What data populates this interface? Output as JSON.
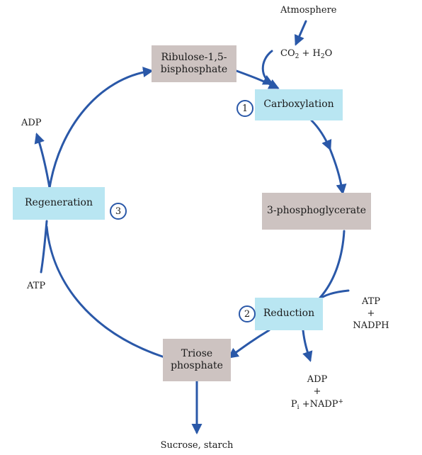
{
  "nodes": {
    "rubp": {
      "line1": "Ribulose-1,5-",
      "line2": "bisphosphate"
    },
    "carboxylation": {
      "label": "Carboxylation",
      "step": "1"
    },
    "pga": {
      "label": "3-phosphoglycerate"
    },
    "reduction": {
      "label": "Reduction",
      "step": "2"
    },
    "triose": {
      "line1": "Triose",
      "line2": "phosphate"
    },
    "regeneration": {
      "label": "Regeneration",
      "step": "3"
    }
  },
  "inputs_outputs": {
    "atmosphere": "Atmosphere",
    "co2_h2o": {
      "co": "CO",
      "co_sub": "2",
      "plus_h": " + H",
      "h_sub": "2",
      "o": "O"
    },
    "adp_top": "ADP",
    "atp_left": "ATP",
    "reduction_in": {
      "line1": "ATP",
      "line2": "+",
      "line3": "NADPH"
    },
    "reduction_out": {
      "line1": "ADP",
      "line2": "+",
      "p": "P",
      "p_sub": "i",
      "nadp": " +NADP",
      "nadp_sup": "+"
    },
    "sucrose": "Sucrose, starch"
  },
  "colors": {
    "arrow": "#2a58a8",
    "enzyme_step_box": "#b9e6f2",
    "compound_box": "#cdc3c1"
  }
}
